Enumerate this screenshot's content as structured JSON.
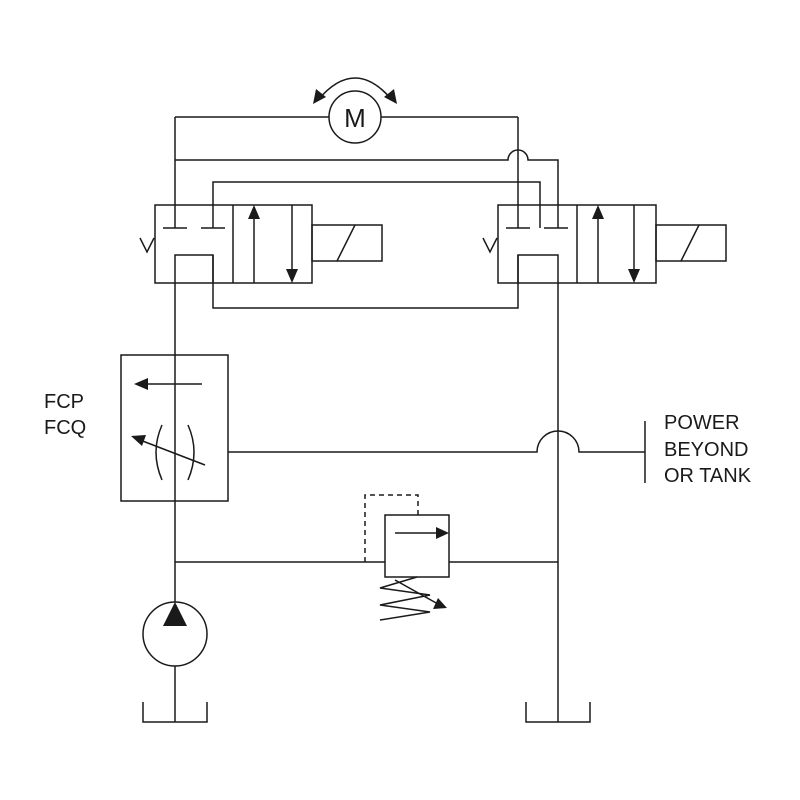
{
  "motor": {
    "letter": "M"
  },
  "flow_control": {
    "label_line1": "FCP",
    "label_line2": "FCQ"
  },
  "outlet": {
    "line1": "POWER",
    "line2": "BEYOND",
    "line3": "OR TANK"
  },
  "colors": {
    "line": "#1a1a1a",
    "background": "#ffffff"
  }
}
